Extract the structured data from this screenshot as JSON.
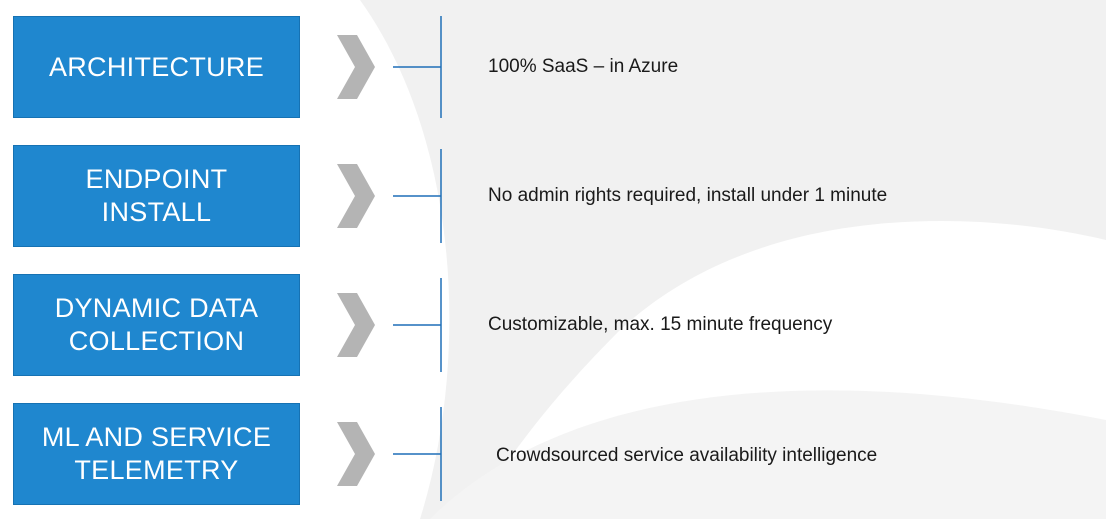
{
  "colors": {
    "box_fill": "#1f87cf",
    "box_border": "#1672b3",
    "box_text": "#ffffff",
    "chevron": "#b4b4b4",
    "connector": "#1f6fb8",
    "desc_text": "#1a1a1a",
    "background_watermark": "#f1f1f1"
  },
  "rows": [
    {
      "label": "ARCHITECTURE",
      "description": "100% SaaS – in  Azure"
    },
    {
      "label": "ENDPOINT\nINSTALL",
      "description": "No admin rights required, install under 1 minute"
    },
    {
      "label": "DYNAMIC DATA\nCOLLECTION",
      "description": "Customizable, max. 15 minute frequency"
    },
    {
      "label": "ML AND SERVICE\nTELEMETRY",
      "description": "Crowdsourced service availability intelligence"
    }
  ],
  "icons": {
    "arrow": "chevron-right-icon",
    "connector": "bracket-connector-icon"
  }
}
